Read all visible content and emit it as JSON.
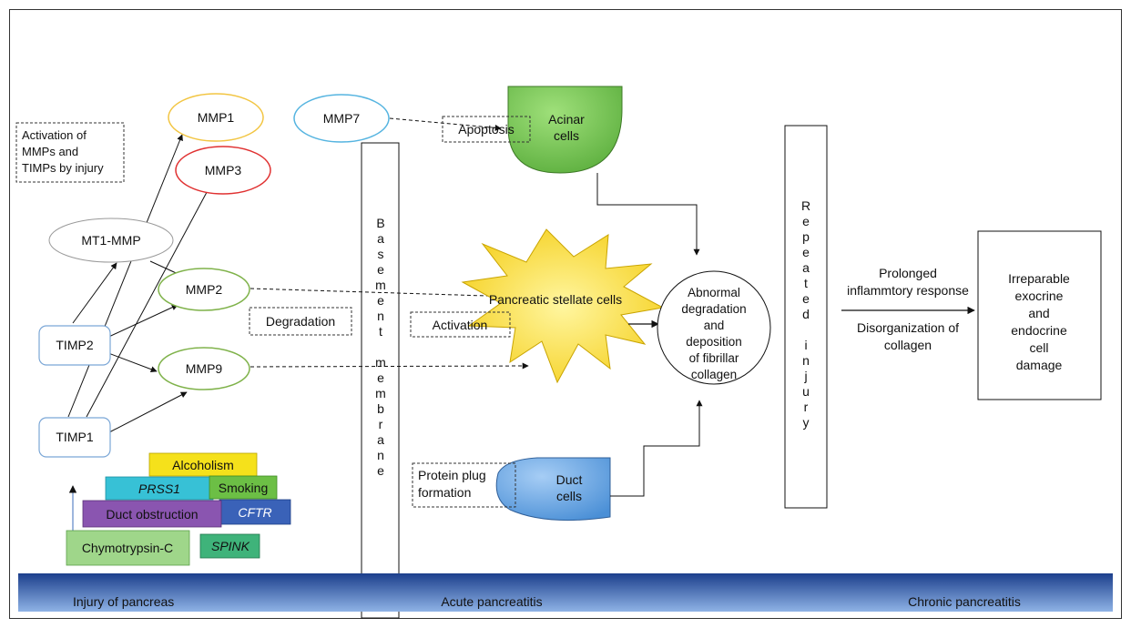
{
  "colors": {
    "mmp1": "#f2c542",
    "mmp3": "#e03131",
    "mmp7": "#55b4e0",
    "mmp2": "#7fb24a",
    "mmp9": "#7fb24a",
    "mt1": "#999999",
    "timp": "#7aa6d6",
    "acinar": "#5aad3c",
    "duct": "#4a8fd6",
    "stellate": "#f5d020",
    "alcoholism": "#f5e11b",
    "prss1": "#37c1d6",
    "smoking": "#6cbf45",
    "cftr": "#3a62b8",
    "duct_obstruction": "#8a55b0",
    "chymotrypsin": "#9fd68a",
    "spink": "#3fb37a",
    "bar_top": "#1c3f8c",
    "bar_bottom": "#8fb3e6"
  },
  "diagram": {
    "activation_note": [
      "Activation of",
      "MMPs and",
      "TIMPs by injury"
    ],
    "mmp1": "MMP1",
    "mmp3": "MMP3",
    "mmp7": "MMP7",
    "mt1_mmp": "MT1-MMP",
    "mmp2": "MMP2",
    "mmp9": "MMP9",
    "timp2": "TIMP2",
    "timp1": "TIMP1",
    "degradation": "Degradation",
    "basement_membrane": "Basement membrane",
    "apoptosis": "Apoptosis",
    "acinar_cells": [
      "Acinar",
      "cells"
    ],
    "stellate_cells": "Pancreatic stellate cells",
    "activation": "Activation",
    "protein_plug": [
      "Protein plug",
      "formation"
    ],
    "duct_cells": [
      "Duct",
      "cells"
    ],
    "abnormal": [
      "Abnormal",
      "degradation",
      "and",
      "deposition",
      "of fibrillar",
      "collagen"
    ],
    "repeated_injury": "Repeated injury",
    "prolonged": [
      "Prolonged",
      "inflammtory response"
    ],
    "disorganization": [
      "Disorganization of",
      "collagen"
    ],
    "irreparable": [
      "Irreparable",
      "exocrine",
      "and",
      "endocrine",
      "cell",
      "damage"
    ],
    "risk_factors": {
      "alcoholism": "Alcoholism",
      "prss1": "PRSS1",
      "smoking": "Smoking",
      "cftr": "CFTR",
      "duct_obstruction": "Duct obstruction",
      "spink": "SPINK",
      "chymotrypsin": "Chymotrypsin-C"
    },
    "timeline": {
      "injury": "Injury of pancreas",
      "acute": "Acute pancreatitis",
      "chronic": "Chronic pancreatitis"
    }
  }
}
